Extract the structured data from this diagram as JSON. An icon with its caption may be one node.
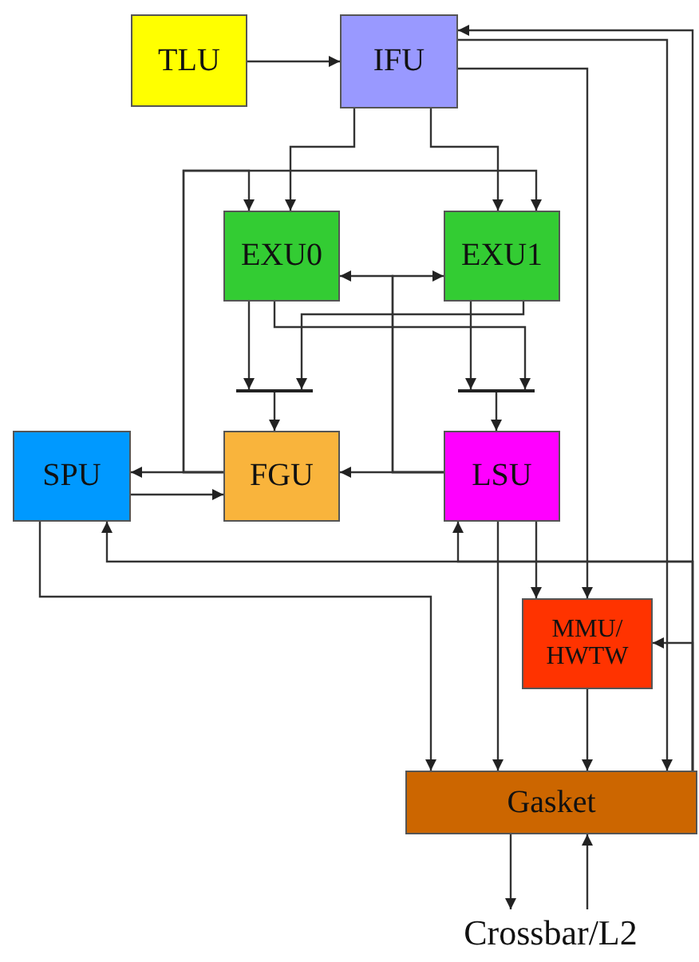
{
  "diagram": {
    "nodes": [
      {
        "text": [
          "TLU"
        ]
      },
      {
        "text": [
          "IFU"
        ]
      },
      {
        "text": [
          "EXU0"
        ]
      },
      {
        "text": [
          "EXU1"
        ]
      },
      {
        "text": [],
        "shape": "bar"
      },
      {
        "text": [],
        "shape": "bar"
      },
      {
        "text": [
          "SPU"
        ]
      },
      {
        "text": [
          "FGU"
        ]
      },
      {
        "text": [
          "LSU"
        ]
      },
      {
        "text": [
          "MMU/ HWTW"
        ]
      },
      {
        "text": [
          "Gasket"
        ]
      },
      {
        "text": [
          "Crossbar/L2"
        ]
      }
    ],
    "edges": [
      {
        "from": 0,
        "to": 1,
        "arrow": "to"
      },
      {
        "from": 1,
        "to": 2,
        "arrow": "to"
      },
      {
        "from": 1,
        "to": 3,
        "arrow": "to"
      },
      {
        "from": 7,
        "to": 6,
        "arrow": "to"
      },
      {
        "from": 7,
        "to": 2,
        "arrow": "to"
      },
      {
        "from": 7,
        "to": 3,
        "arrow": "to"
      },
      {
        "from": 6,
        "to": 7,
        "arrow": "to"
      },
      {
        "from": 8,
        "to": 7,
        "arrow": "to"
      },
      {
        "from": 8,
        "to": 2,
        "arrow": "to"
      },
      {
        "from": 8,
        "to": 3,
        "arrow": "to"
      },
      {
        "from": 2,
        "to": 4,
        "arrow": "to"
      },
      {
        "from": 2,
        "to": 5,
        "arrow": "to"
      },
      {
        "from": 3,
        "to": 5,
        "arrow": "to"
      },
      {
        "from": 3,
        "to": 4,
        "arrow": "to"
      },
      {
        "from": 4,
        "to": 7,
        "arrow": "to"
      },
      {
        "from": 5,
        "to": 8,
        "arrow": "to"
      },
      {
        "from": 6,
        "to": 10,
        "arrow": "to"
      },
      {
        "from": 8,
        "to": 9,
        "arrow": "to"
      },
      {
        "from": 8,
        "to": 10,
        "arrow": "to"
      },
      {
        "from": 1,
        "to": 9,
        "arrow": "to"
      },
      {
        "from": 1,
        "to": 10,
        "arrow": "to"
      },
      {
        "from": 9,
        "to": 10,
        "arrow": "to"
      },
      {
        "from": 10,
        "to": 1,
        "arrow": "to"
      },
      {
        "from": 10,
        "to": 9,
        "arrow": "to"
      },
      {
        "from": 10,
        "to": 8,
        "arrow": "to"
      },
      {
        "from": 10,
        "to": 6,
        "arrow": "to"
      },
      {
        "from": 10,
        "to": 11,
        "arrow": "to"
      },
      {
        "from": 11,
        "to": 10,
        "arrow": "to"
      }
    ]
  }
}
